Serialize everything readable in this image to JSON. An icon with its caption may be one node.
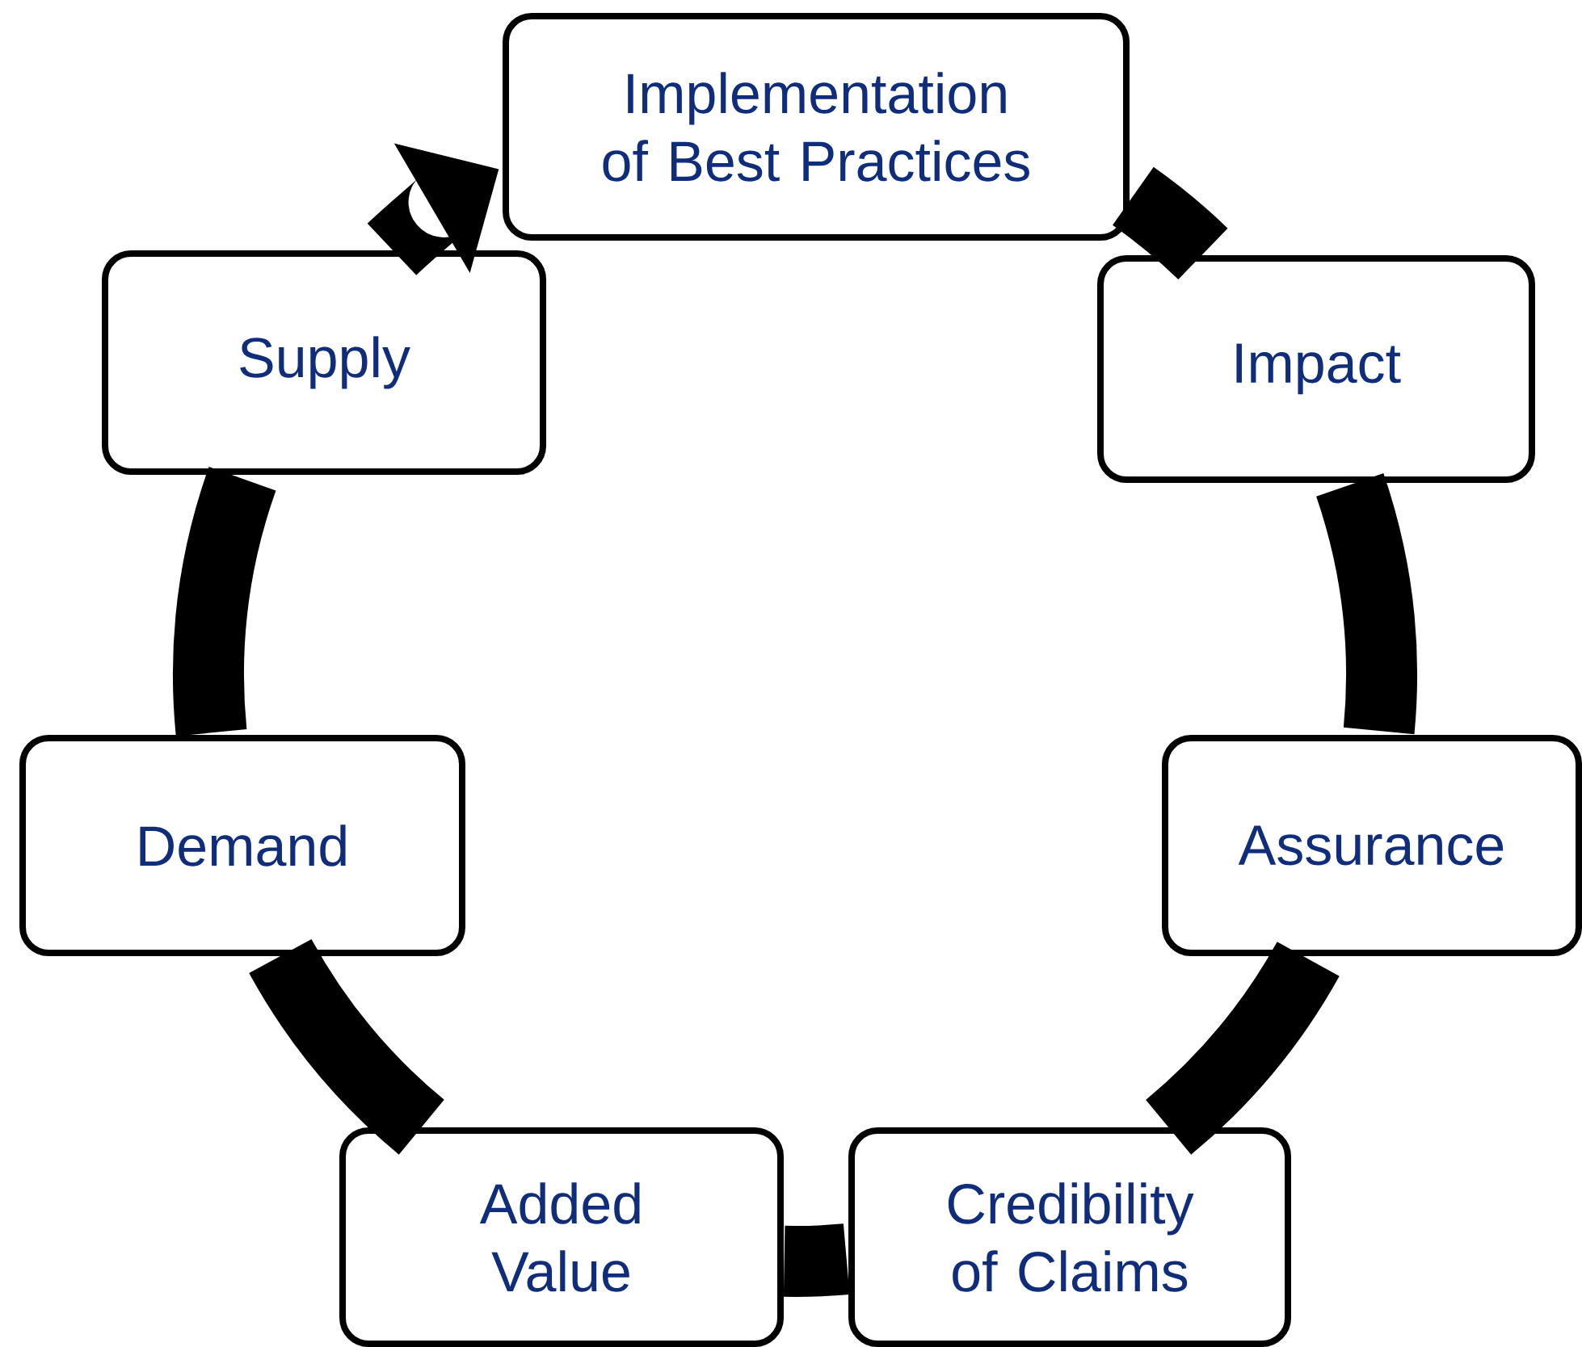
{
  "diagram": {
    "nodes": [
      {
        "text": [
          "Implementation of Best Practices"
        ]
      },
      {
        "text": [
          "Impact"
        ]
      },
      {
        "text": [
          "Assurance"
        ]
      },
      {
        "text": [
          "Credibility of Claims"
        ]
      },
      {
        "text": [
          "Added Value"
        ]
      },
      {
        "text": [
          "Demand"
        ]
      },
      {
        "text": [
          "Supply"
        ]
      }
    ],
    "edges": [
      {
        "from": 0,
        "to": 1,
        "arrow": "none"
      },
      {
        "from": 1,
        "to": 2,
        "arrow": "none"
      },
      {
        "from": 2,
        "to": 3,
        "arrow": "none"
      },
      {
        "from": 3,
        "to": 4,
        "arrow": "none"
      },
      {
        "from": 4,
        "to": 5,
        "arrow": "none"
      },
      {
        "from": 5,
        "to": 6,
        "arrow": "none"
      },
      {
        "from": 6,
        "to": 0,
        "arrow": "to"
      }
    ]
  }
}
